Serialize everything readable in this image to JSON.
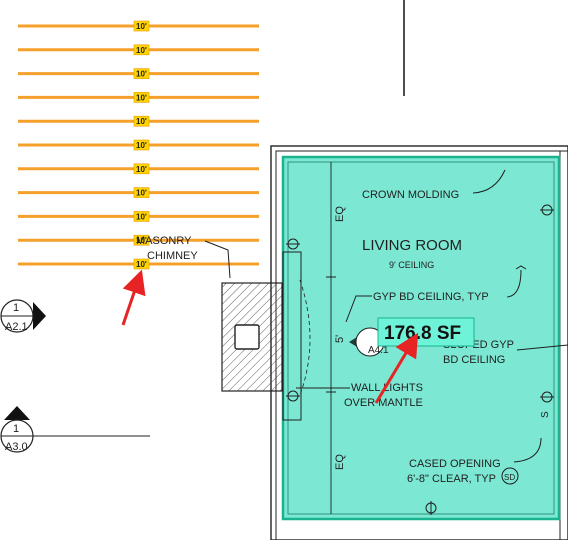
{
  "dimensions": {
    "label": "10'",
    "count": 11,
    "line_color": "#f5a02a",
    "tag_color": "#ffd400"
  },
  "callouts": {
    "masonry_line1": "MASONRY",
    "masonry_line2": "CHIMNEY",
    "crown_molding": "CROWN MOLDING",
    "room_name": "LIVING ROOM",
    "ceiling_height": "9' CEILING",
    "gyp_bd": "GYP BD CEILING, TYP",
    "sloped_line1": "SLOPED GYP",
    "sloped_line2": "BD CEILING",
    "wall_lights_line1": "WALL LIGHTS",
    "wall_lights_line2": "OVER MANTLE",
    "cased_line1": "CASED OPENING",
    "cased_line2": "6'-8\" CLEAR, TYP",
    "eq_top": "EQ",
    "five_ft": "5'",
    "eq_bottom": "EQ",
    "sd": "SD",
    "s_mark": "S"
  },
  "section_markers": [
    {
      "number": "1",
      "sheet": "A2.1"
    },
    {
      "number": "1",
      "sheet": "A3.0"
    }
  ],
  "elevation_marker": {
    "sheet": "A4.1"
  },
  "area_measurement": {
    "label": "176.8 SF",
    "fill_color": "#5fe3c9",
    "border_color": "#19b38f"
  },
  "annotation_arrow_color": "#e82323"
}
